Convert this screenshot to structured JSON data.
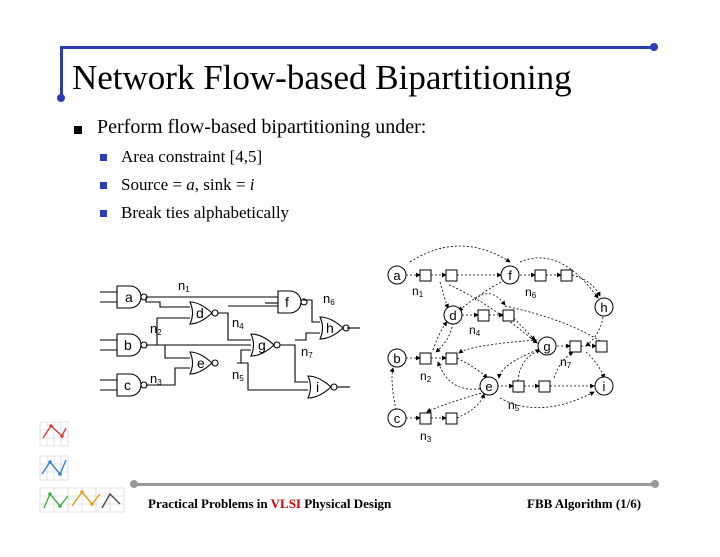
{
  "slide": {
    "title": "Network Flow-based Bipartitioning",
    "bullet": "Perform flow-based bipartitioning under:",
    "sub_bullets": [
      "Area constraint [4,5]",
      "Source = ",
      ", sink = ",
      "Break ties alphabetically"
    ],
    "source_var": "a",
    "sink_var": "i"
  },
  "circuit": {
    "gates": [
      "a",
      "b",
      "c",
      "d",
      "e",
      "f",
      "g",
      "h",
      "i"
    ],
    "nets": [
      "n",
      "1",
      "n",
      "2",
      "n",
      "3",
      "n",
      "4",
      "n",
      "5",
      "n",
      "6",
      "n",
      "7"
    ]
  },
  "flow_graph": {
    "nodes": [
      "a",
      "b",
      "c",
      "d",
      "e",
      "f",
      "g",
      "h",
      "i"
    ],
    "net_labels": [
      "n",
      "1",
      "n",
      "2",
      "n",
      "3",
      "n",
      "4",
      "n",
      "5",
      "n",
      "6",
      "n",
      "7"
    ]
  },
  "footer": {
    "left_pre": "Practical Problems in ",
    "left_vlsi": "VLSI",
    "left_post": " Physical Design",
    "right": "FBB Algorithm (1/6)"
  },
  "colors": {
    "accent": "#2b3db3",
    "vlsi": "#d40000",
    "footer_rule": "#9a9a9a"
  }
}
